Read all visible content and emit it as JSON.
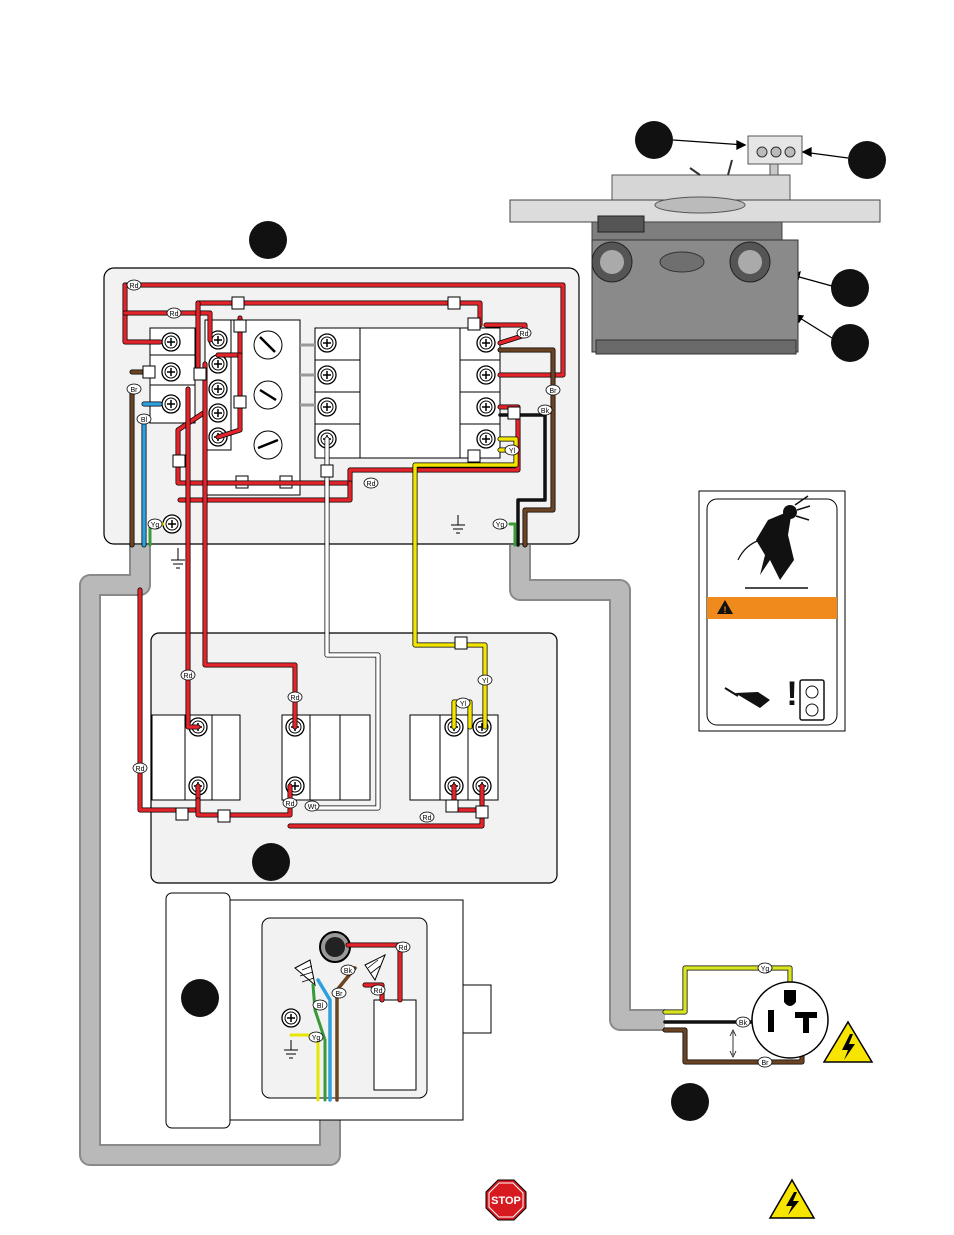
{
  "wire_labels": {
    "red": "Rd",
    "brown": "Br",
    "blue": "Bl",
    "black": "Bk",
    "yellow": "Yl",
    "ground": "Yg",
    "white": "Wt"
  },
  "stop_sign": "STOP",
  "colors": {
    "red": "#e4242b",
    "brown": "#6b4423",
    "blue": "#2ea0dd",
    "black": "#111111",
    "yellow": "#f2e600",
    "ground_yellow": "#e8e600",
    "ground_green": "#3a9a3a",
    "white": "#ffffff",
    "conduit": "#b0b0b0",
    "panel": "#f2f2f2",
    "warning_orange": "#f08a1c",
    "stop_red": "#d71920",
    "hazard_yellow": "#f7e400"
  },
  "icons": [
    "machine-photo",
    "electrocution-warning-icon",
    "warning-triangle-icon",
    "plug-icon",
    "outlet-icon",
    "stop-sign-icon",
    "high-voltage-icon"
  ]
}
